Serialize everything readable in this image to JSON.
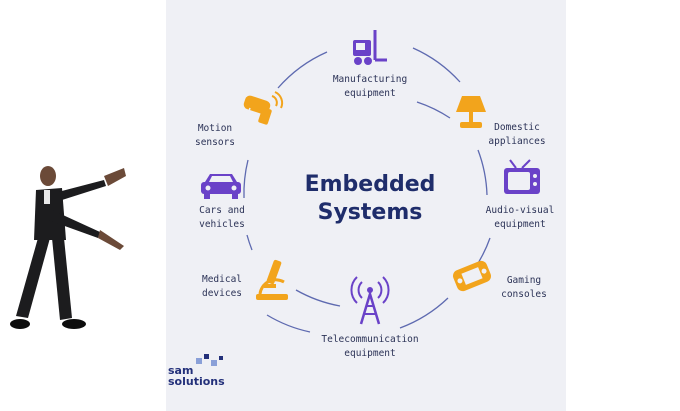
{
  "title_line1": "Embedded",
  "title_line2": "Systems",
  "nodes": [
    {
      "id": "manufacturing",
      "lines": [
        "Manufacturing",
        "equipment"
      ],
      "icon": "forklift-icon",
      "color": "#6a42c8"
    },
    {
      "id": "domestic",
      "lines": [
        "Domestic",
        "appliances"
      ],
      "icon": "lamp-icon",
      "color": "#f2a41c"
    },
    {
      "id": "audio-visual",
      "lines": [
        "Audio-visual",
        "equipment"
      ],
      "icon": "tv-icon",
      "color": "#6a42c8"
    },
    {
      "id": "gaming",
      "lines": [
        "Gaming",
        "consoles"
      ],
      "icon": "gamepad-icon",
      "color": "#f2a41c"
    },
    {
      "id": "telecom",
      "lines": [
        "Telecommunication",
        "equipment"
      ],
      "icon": "antenna-icon",
      "color": "#6a42c8"
    },
    {
      "id": "medical",
      "lines": [
        "Medical",
        "devices"
      ],
      "icon": "microscope-icon",
      "color": "#f2a41c"
    },
    {
      "id": "cars",
      "lines": [
        "Cars and",
        "vehicles"
      ],
      "icon": "car-icon",
      "color": "#6a42c8"
    },
    {
      "id": "motion",
      "lines": [
        "Motion",
        "sensors"
      ],
      "icon": "sensor-icon",
      "color": "#f2a41c"
    }
  ],
  "logo": {
    "line1": "sam",
    "line2": "solutions"
  },
  "colors": {
    "purple": "#6a42c8",
    "orange": "#f2a41c",
    "navy": "#1f2d6b",
    "ring": "#5e6ab0",
    "panel": "#eff0f5"
  }
}
